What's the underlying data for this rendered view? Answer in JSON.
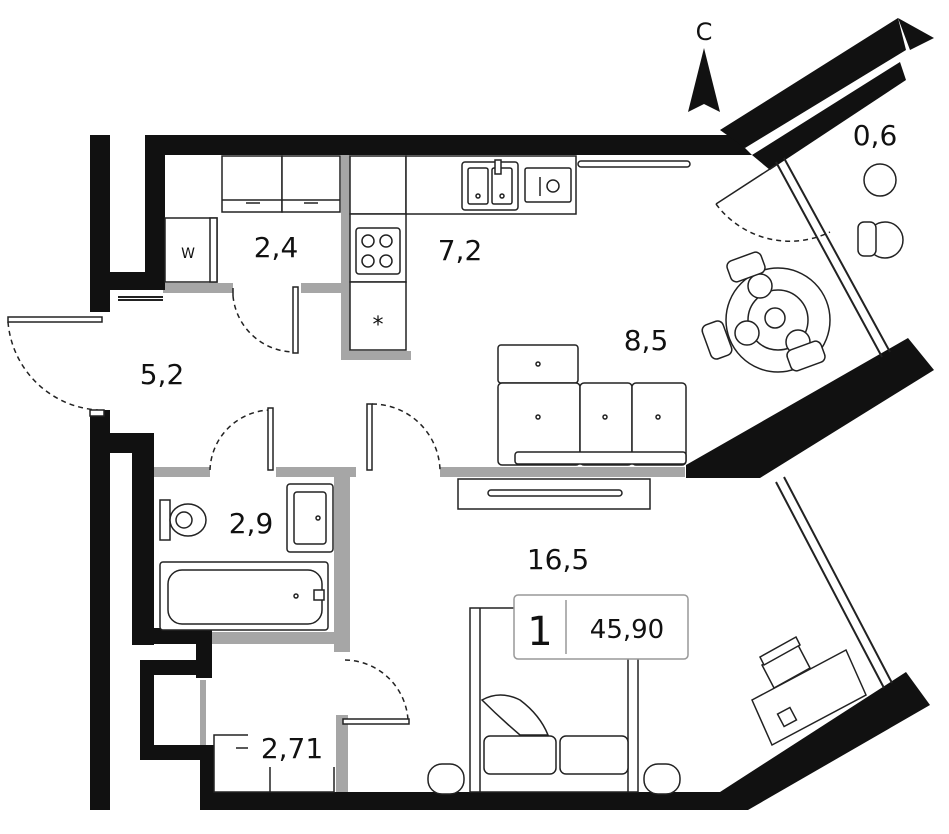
{
  "compass": {
    "north_label": "С"
  },
  "rooms": {
    "balcony": {
      "area": "0,6"
    },
    "hall": {
      "area": "5,2"
    },
    "wardrobe": {
      "area": "2,4"
    },
    "kitchen": {
      "area": "7,2"
    },
    "living": {
      "area": "8,5"
    },
    "bathroom": {
      "area": "2,9"
    },
    "room": {
      "area": "16,5"
    },
    "storage": {
      "area": "2,71"
    }
  },
  "appliances": {
    "washer_label": "W",
    "fridge_label": "*"
  },
  "badge": {
    "room_count": "1",
    "total_area": "45,90"
  },
  "colors": {
    "wall": "#111111",
    "partition": "#a6a6a6",
    "line": "#222222"
  }
}
